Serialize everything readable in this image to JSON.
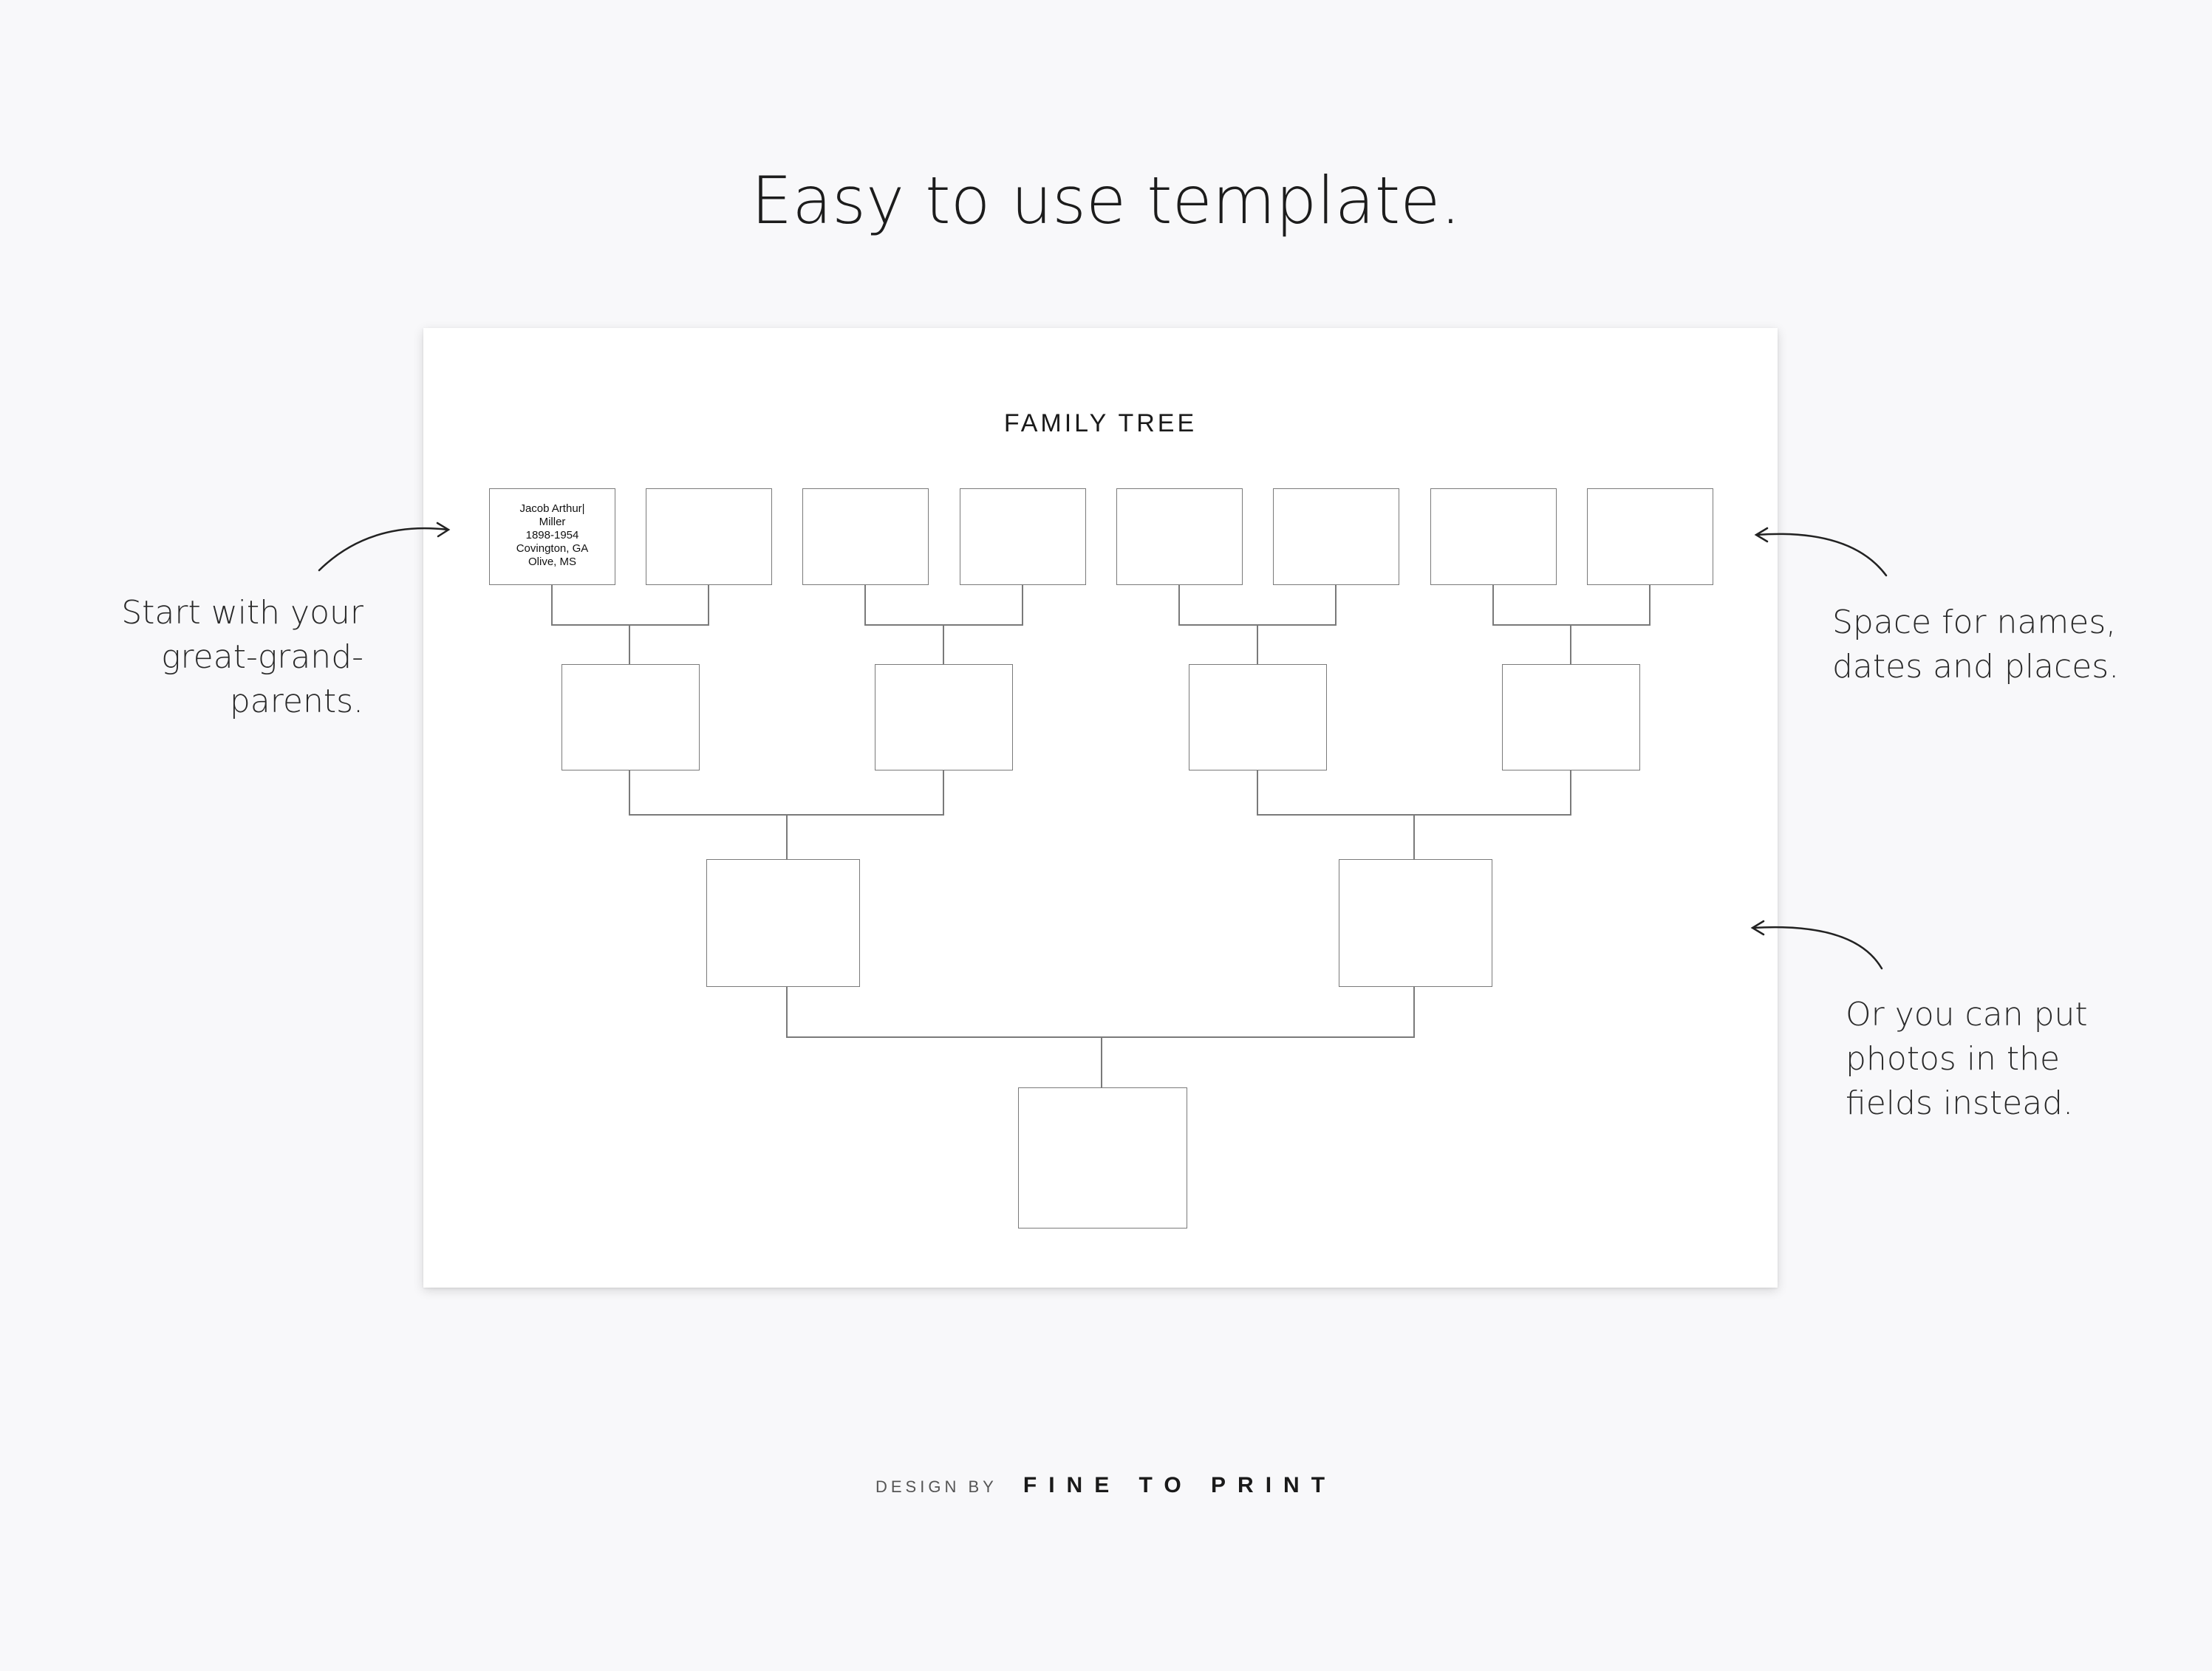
{
  "headline": "Easy to use template.",
  "sheet": {
    "title": "FAMILY TREE",
    "sample_entry": {
      "first_name": "Jacob Arthur|",
      "last_name": "Miller",
      "years": "1898-1954",
      "birthplace": "Covington, GA",
      "deathplace": "Olive, MS"
    }
  },
  "notes": {
    "left": [
      "Start with your",
      "great-grand-",
      "parents."
    ],
    "right_top": [
      "Space for names,",
      "dates and places."
    ],
    "right_bottom": [
      "Or you can put",
      "photos in the",
      "fields instead."
    ]
  },
  "footer": {
    "design_by": "DESIGN BY",
    "brand": "FINE TO PRINT"
  },
  "colors": {
    "background": "#f8f8fa",
    "sheet": "#ffffff",
    "line": "#7a7a7a"
  }
}
